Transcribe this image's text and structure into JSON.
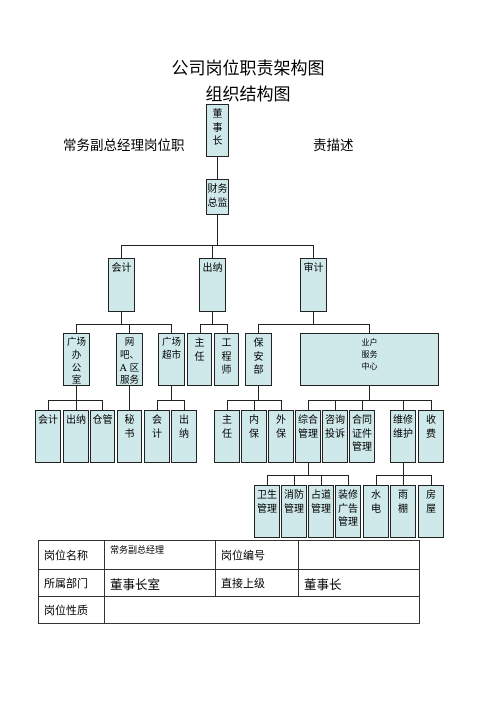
{
  "doc": {
    "title": "公司岗位职责架构图",
    "subtitle": "组织结构图",
    "side_left": "常务副总经理岗位职",
    "side_right": "责描述"
  },
  "org": {
    "board": "董\n事\n长",
    "cfo": "财务\n总监",
    "accounting": "会计",
    "cashier": "出纳",
    "audit": "审计",
    "plaza_office": "广场\n办\n公\n室",
    "internet_cafe": "网\n吧、\nA 区\n服务",
    "plaza_market": "广场\n超市",
    "director": "主\n任",
    "engineer": "工\n程\n师",
    "security": "保\n安\n部",
    "service_center": "业户\n服务\n中心",
    "office_accountant": "会计",
    "office_cashier": "出纳",
    "office_storekeeper": "仓管",
    "secretary": "秘\n书",
    "market_accountant": "会\n计",
    "market_cashier": "出\n纳",
    "security_director": "主\n任",
    "internal_security": "内\n保",
    "external_security": "外\n保",
    "general_mgmt": "综合\n管理",
    "complaints": "咨询\n投诉",
    "contracts": "合同\n证件\n管理",
    "maintenance": "维修\n维护",
    "fees": "收\n费",
    "sanitation": "卫生\n管理",
    "fire": "消防\n管理",
    "access_road": "占道\n管理",
    "decoration": "装修\n广告\n管理",
    "water_power": "水\n电",
    "awning": "雨\n棚",
    "housing": "房\n屋"
  },
  "info_table": {
    "post_name_label": "岗位名称",
    "post_name_value": "常务副总经理",
    "post_code_label": "岗位编号",
    "post_code_value": "",
    "dept_label": "所属部门",
    "dept_value": "董事长室",
    "superior_label": "直接上级",
    "superior_value": "董事长",
    "nature_label": "岗位性质",
    "nature_value": ""
  }
}
